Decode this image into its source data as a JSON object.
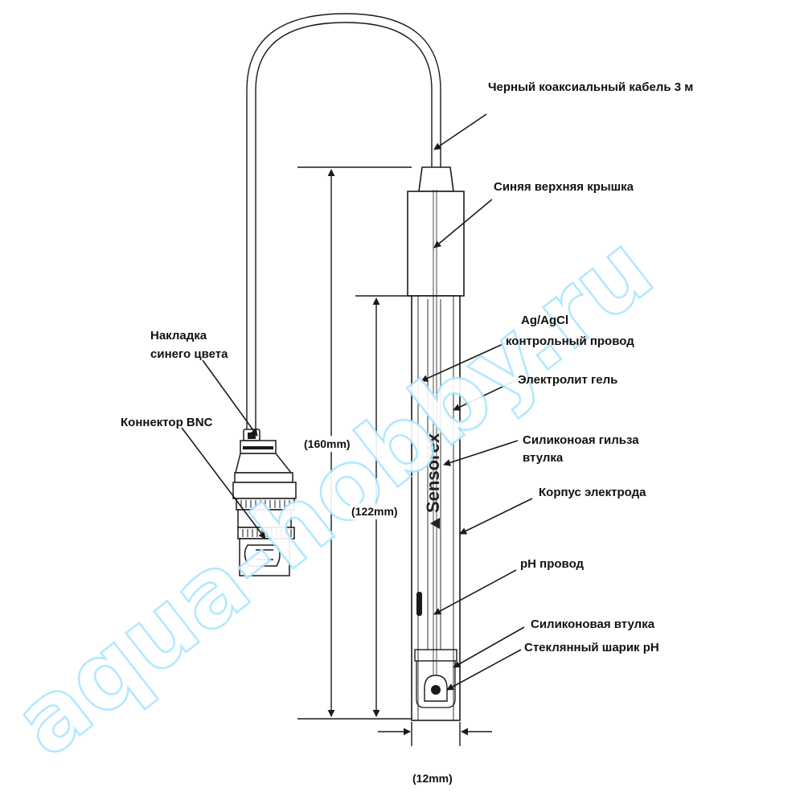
{
  "labels": {
    "cable": "Черный коаксиальный кабель 3 м",
    "top_cap": "Синяя верхняя крышка",
    "ref_wire_1": "Ag/AgCl",
    "ref_wire_2": "контрольный провод",
    "gel": "Электролит гель",
    "sleeve_1": "Силиконоая гильза",
    "sleeve_2": "втулка",
    "body": "Корпус электрода",
    "ph_wire": "pH провод",
    "silicone_bushing": "Силиконовая втулка",
    "glass_bulb": "Стеклянный шарик pH",
    "overlay_1": "Накладка",
    "overlay_2": "синего цвета",
    "bnc": "Коннектор BNC"
  },
  "dimensions": {
    "total_length": "(160mm)",
    "body_length": "(122mm)",
    "diameter": "(12mm)"
  },
  "brand": "Sensorex",
  "watermark": "aqua-hobby.ru",
  "colors": {
    "line": "#1a1a1a",
    "watermark_stroke": "#a9e6ff"
  }
}
